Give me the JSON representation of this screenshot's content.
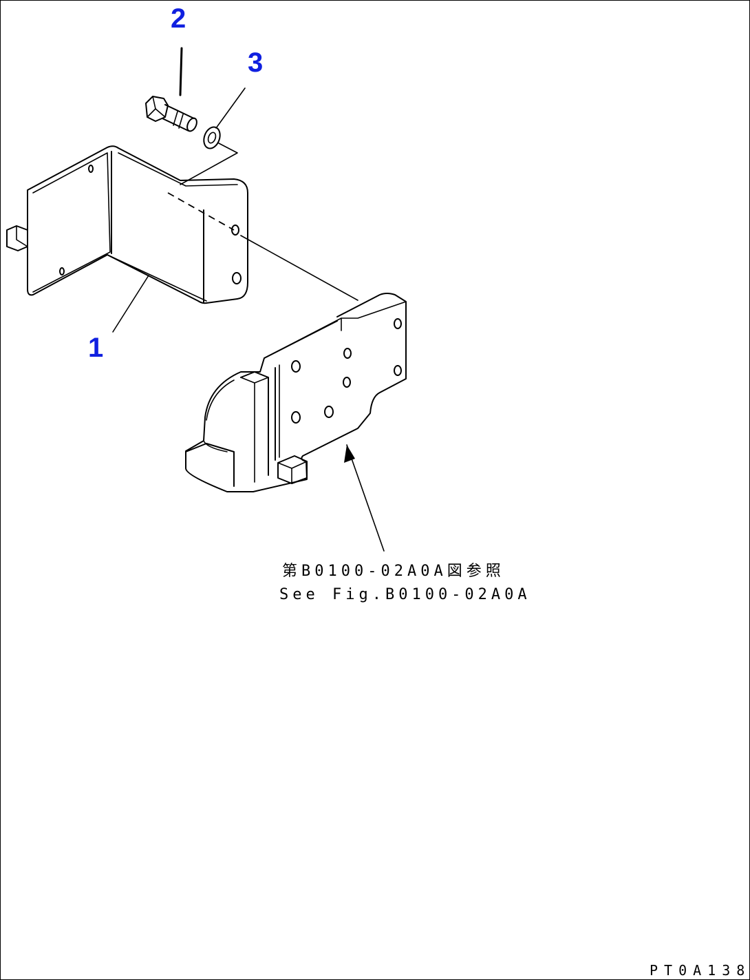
{
  "callouts": {
    "part_1": "1",
    "part_2": "2",
    "part_3": "3"
  },
  "reference": {
    "line_jp": "第B0100-02A0A図参照",
    "line_en": "See Fig.B0100-02A0A"
  },
  "figure_code": "PT0A138",
  "colors": {
    "callout": "#1020e0",
    "line": "#000000",
    "background": "#ffffff"
  }
}
